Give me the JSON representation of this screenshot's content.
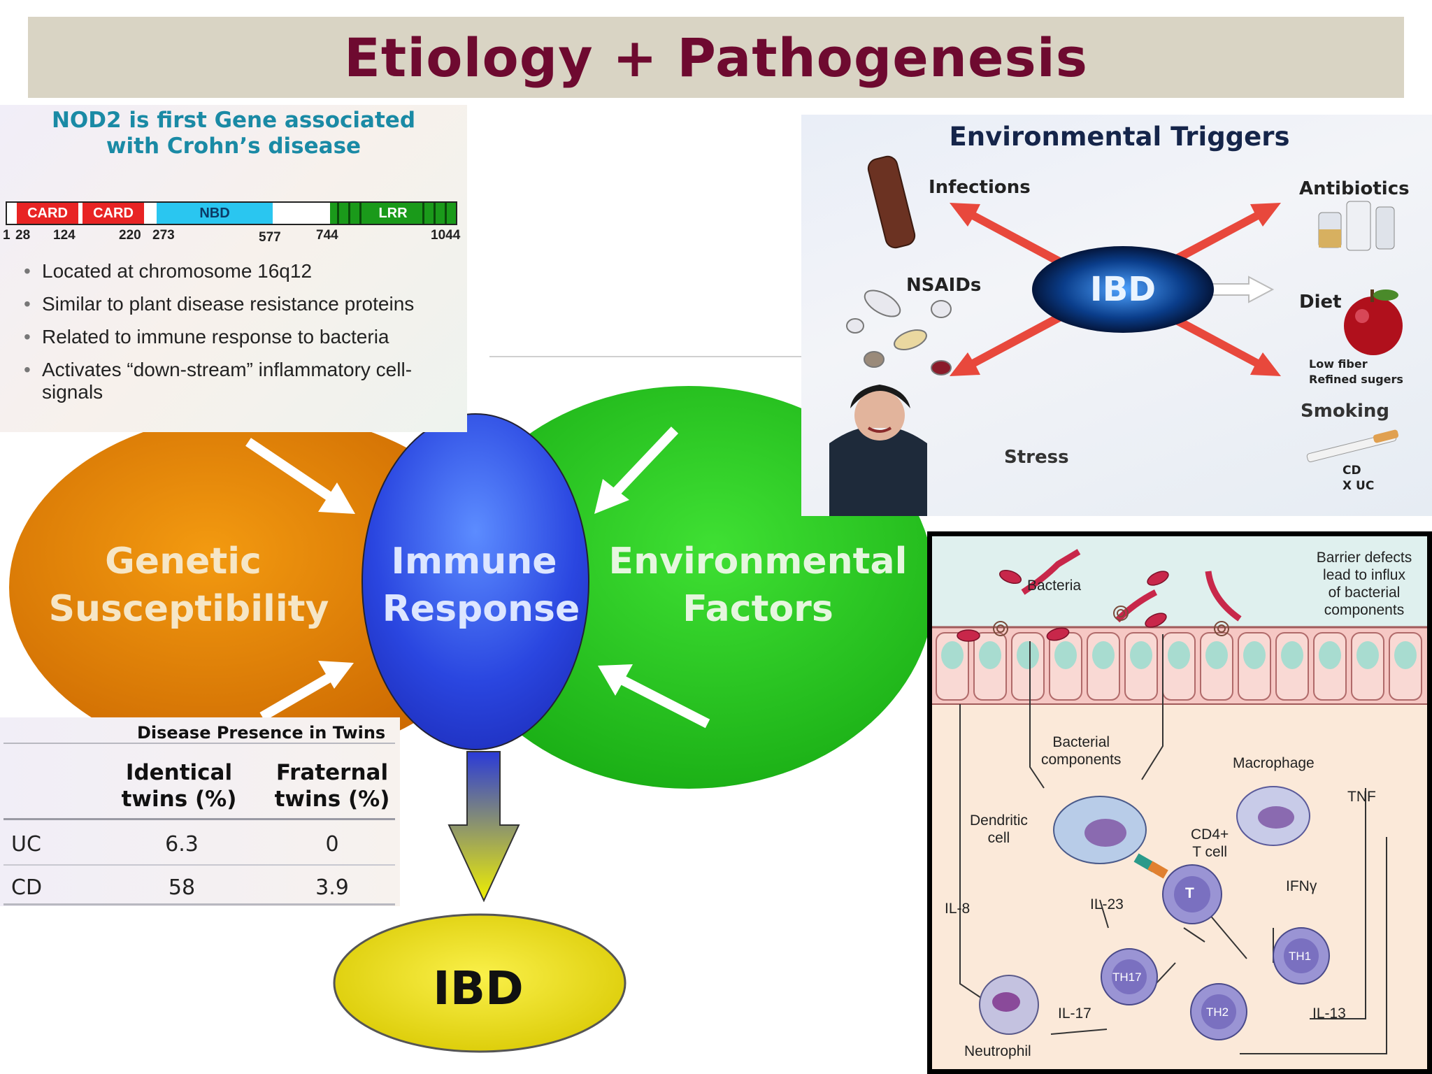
{
  "title": "Etiology + Pathogenesis",
  "venn": {
    "genetic": [
      "Genetic",
      "Susceptibility"
    ],
    "immune": [
      "Immune",
      "Response"
    ],
    "environmental": [
      "Environmental",
      "Factors"
    ],
    "outcome": "IBD",
    "colors": {
      "genetic": "#e07a00",
      "immune": "#2a46e0",
      "environmental": "#21c41a",
      "outcome": "#f0e000"
    }
  },
  "nod2": {
    "title_lines": [
      "NOD2 is first Gene associated",
      "with Crohn’s disease"
    ],
    "domains": [
      "CARD",
      "CARD",
      "NBD",
      "LRR"
    ],
    "positions": [
      "1",
      "28",
      "124",
      "220",
      "273",
      "577",
      "744",
      "1044"
    ],
    "bullets": [
      "Located at chromosome 16q12",
      "Similar to plant disease resistance proteins",
      "Related to immune response to bacteria",
      "Activates “down-stream” inflammatory cell-signals"
    ]
  },
  "env_triggers": {
    "title": "Environmental Triggers",
    "center": "IBD",
    "infections": "Infections",
    "antibiotics": "Antibiotics",
    "nsaids": "NSAIDs",
    "diet": "Diet",
    "diet_note": [
      "Low fiber",
      "Refined sugers"
    ],
    "smoking": "Smoking",
    "smoking_note": [
      "CD",
      "X UC"
    ],
    "stress": "Stress"
  },
  "twins": {
    "title": "Disease Presence in Twins",
    "headers": [
      [
        "Identical",
        "twins (%)"
      ],
      [
        "Fraternal",
        "twins (%)"
      ]
    ],
    "rows": [
      {
        "label": "UC",
        "identical": "6.3",
        "fraternal": "0"
      },
      {
        "label": "CD",
        "identical": "58",
        "fraternal": "3.9"
      }
    ]
  },
  "pathogenesis": {
    "bacteria": "Bacteria",
    "barrier": [
      "Barrier defects",
      "lead to influx",
      "of bacterial",
      "components"
    ],
    "bacterial_components": [
      "Bacterial",
      "components"
    ],
    "macrophage": "Macrophage",
    "tnf": "TNF",
    "dendritic": [
      "Dendritic",
      "cell"
    ],
    "cd4": [
      "CD4+",
      "T cell"
    ],
    "t_label": "T",
    "ifn": "IFNγ",
    "il8": "IL-8",
    "il23": "IL-23",
    "th17": "TH17",
    "th1": "TH1",
    "th2": "TH2",
    "il17": "IL-17",
    "il13": "IL-13",
    "neutrophil": "Neutrophil"
  }
}
